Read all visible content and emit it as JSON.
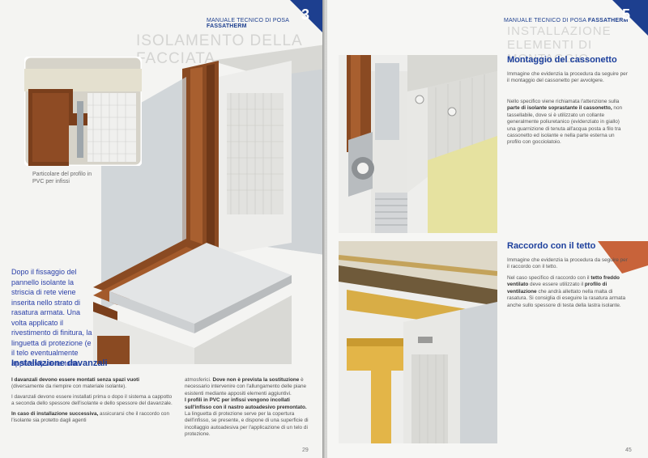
{
  "left_page": {
    "header_manual": "MANUALE TECNICO DI POSA",
    "header_brand": "FASSATHERM",
    "chapter_number": "3",
    "watermark": "ISOLAMENTO DELLA FACCIATA",
    "inset_caption": "Particolare del profilo in PVC per infissi",
    "blue_paragraph": "Dopo il fissaggio del pannello isolante la striscia di rete viene inserita nello strato di rasatura armata. Una volta applicato il rivestimento di finitura, la linguetta di protezione (e il telo eventualmente applicato) viene tolta.",
    "section_title": "Installazione davanzali",
    "col1_p1_bold": "I davanzali devono essere montati senza spazi vuoti",
    "col1_p1_rest": " (diversamente da riempire con materiale isolante).",
    "col1_p2": "I davanzali devono essere installati prima o dopo il sistema a cappotto a seconda dello spessore dell'isolante e dello spessore del davanzale.",
    "col1_p3_bold": "In caso di installazione successiva,",
    "col1_p3_rest": " assicurarsi che il raccordo con l'isolante sia protetto dagli agenti",
    "col2_p1_start": "atmosferici. ",
    "col2_p1_bold": "Dove non è prevista la sostituzione",
    "col2_p1_rest": " è necessario intervenire con l'allungamento delle piane esistenti mediante appositi elementi aggiuntivi.",
    "col2_p2_bold": "I profili in PVC per infissi vengono incollati sull'infisso con il nastro autoadesivo premontato.",
    "col2_p2_rest": " La linguetta di protezione serve per la copertura dell'infisso, se presente, e dispone di una superficie di incollaggio autoadesiva per l'applicazione di un telo di protezione.",
    "page_number": "29"
  },
  "right_page": {
    "header_manual": "MANUALE TECNICO DI POSA",
    "header_brand": "FASSATHERM",
    "chapter_number": "5",
    "watermark_line1": "INSTALLAZIONE",
    "watermark_line2": "ELEMENTI DI MONTAGGIO",
    "section1_title": "Montaggio del cassonetto",
    "section1_p1": "Immagine che evidenzia la procedura da seguire per il montaggio del cassonetto per avvolgere.",
    "section1_p2_a": "Nello specifico viene richiamata l'attenzione sulla ",
    "section1_p2_bold1": "parte di isolante soprastante il cassonetto,",
    "section1_p2_b": " non tassellabile, dove si è utilizzato un collante generalmente poliuretanico (evidenziato in giallo) una guarnizione di tenuta all'acqua posta a filo tra cassonetto ed isolante e nella parte esterna un profilo con gocciolatoio.",
    "section2_title": "Raccordo con il tetto",
    "section2_p1": "Immagine che evidenzia la procedura da seguire per il raccordo con il tetto.",
    "section2_p2_a": "Nel caso specifico di raccordo con il ",
    "section2_p2_bold1": "tetto freddo ventilato",
    "section2_p2_b": " deve essere utilizzato il ",
    "section2_p2_bold2": "profilo di ventilazione",
    "section2_p2_c": " che andrà allettato nella malta di rasatura. Si consiglia di eseguire la rasatura armata anche sullo spessore di testa della lastra isolante.",
    "page_number": "45"
  },
  "colors": {
    "brand_blue": "#1d3f8f",
    "paragraph_blue": "#2a3fa8",
    "wood": "#8a4a22",
    "insulation": "#e9e9e7",
    "mortar_yellow": "#e6e2a0"
  }
}
